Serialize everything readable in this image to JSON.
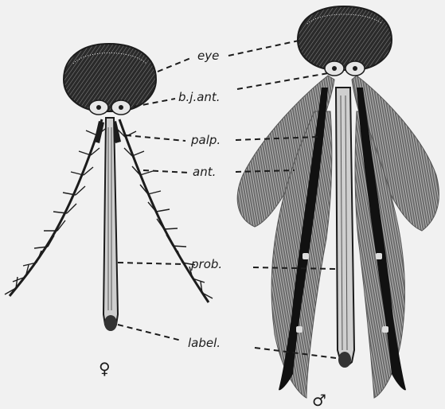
{
  "labels": {
    "eye": "eye",
    "bj_ant": "b.j.ant.",
    "palp": "palp.",
    "ant": "ant.",
    "prob": "prob.",
    "label": "label."
  },
  "symbols": {
    "female": "♀",
    "male": "♂"
  },
  "colors": {
    "ink": "#1c1c1c",
    "paper": "#f1f1f1"
  }
}
